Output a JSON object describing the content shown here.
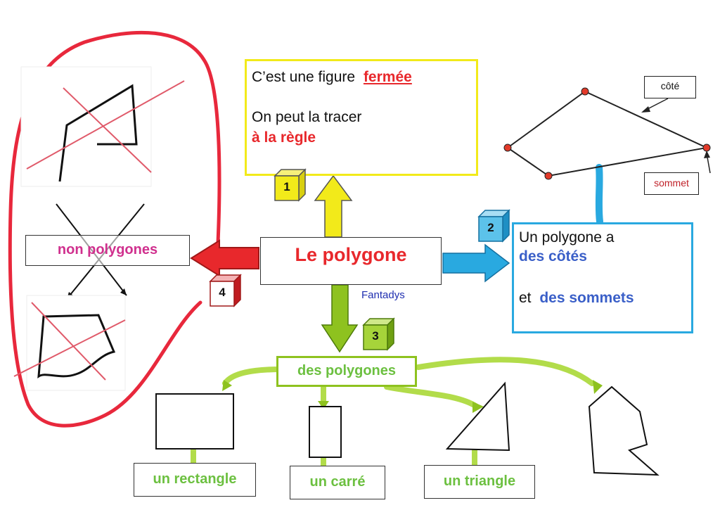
{
  "central": {
    "title": "Le polygone",
    "credit": "Fantadys"
  },
  "definition": {
    "line1_prefix": "C’est une figure",
    "line1_keyword": "fermée",
    "line2": "On peut la tracer",
    "line3": "à la règle"
  },
  "properties": {
    "line1": "Un polygone a",
    "line2": "des côtés",
    "line3_prefix": "et",
    "line3_keyword": "des sommets"
  },
  "diagram_labels": {
    "side": "côté",
    "vertex": "sommet"
  },
  "non_polygons": {
    "label": "non polygones"
  },
  "polygons": {
    "label": "des polygones"
  },
  "examples": {
    "rectangle": "un rectangle",
    "square": "un carré",
    "triangle": "un triangle"
  },
  "steps": {
    "s1": "1",
    "s2": "2",
    "s3": "3",
    "s4": "4"
  },
  "colors": {
    "yellow": "#f2ea1a",
    "red": "#e8282c",
    "blue": "#29a9e0",
    "green": "#8ec21f",
    "pink_red": "#e0304a",
    "dark_blue": "#1d4fb8",
    "magenta": "#d0308e",
    "green_text": "#6cc040",
    "navy": "#1f2fb0"
  }
}
